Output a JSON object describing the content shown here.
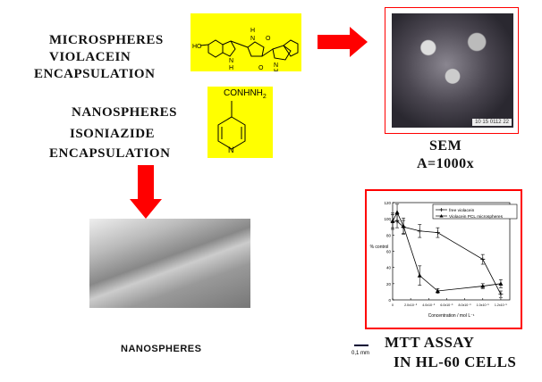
{
  "microspheres": {
    "line1": "MICROSPHERES",
    "line2": "VIOLACEIN",
    "line3": "ENCAPSULATION"
  },
  "nanospheres": {
    "line1": "NANOSPHERES",
    "line2": "ISONIAZIDE",
    "line3": "ENCAPSULATION"
  },
  "violacein_structure": {
    "labels": [
      "HO",
      "N",
      "H",
      "O",
      "N",
      "H",
      "O",
      "N",
      "H"
    ]
  },
  "isoniazid_structure": {
    "substituent": "CONHNH",
    "subscript": "2",
    "ring_n": "N"
  },
  "sem": {
    "title": "SEM",
    "magnification": "A=1000x",
    "image_caption": "10   15 0112 22"
  },
  "nano_caption": "NANOSPHERES",
  "scale_bar": "0,1 mm",
  "mtt": {
    "line1": "MTT ASSAY",
    "line2": "IN HL-60 CELLS"
  },
  "colors": {
    "accent": "#ff0000",
    "highlight": "#ffff00"
  },
  "chart_data": {
    "type": "line",
    "xlabel": "Concentration / mol L⁻¹",
    "ylabel": "% control",
    "xlim": [
      0,
      1.3e-05
    ],
    "ylim": [
      0,
      120
    ],
    "x_ticks": [
      "0",
      "2.0x10⁻⁶",
      "4.0x10⁻⁶",
      "6.0x10⁻⁶",
      "8.0x10⁻⁶",
      "1.0x10⁻⁵",
      "1.2x10⁻⁵"
    ],
    "x_tick_values": [
      0,
      2e-06,
      4e-06,
      6e-06,
      8e-06,
      1e-05,
      1.2e-05
    ],
    "y_ticks": [
      "0",
      "20",
      "40",
      "60",
      "80",
      "100",
      "120"
    ],
    "legend_position": "top-right",
    "series": [
      {
        "name": "free violacein",
        "marker": "plus",
        "x": [
          0,
          5e-07,
          1.2e-06,
          3e-06,
          5e-06,
          1e-05,
          1.2e-05
        ],
        "y": [
          97,
          97,
          90,
          85,
          83,
          50,
          7
        ],
        "err": [
          10,
          8,
          8,
          8,
          6,
          6,
          4
        ]
      },
      {
        "name": "Violacein PCL microspheres",
        "marker": "triangle",
        "x": [
          0,
          5e-07,
          1.2e-06,
          3e-06,
          5e-06,
          1e-05,
          1.2e-05
        ],
        "y": [
          97,
          108,
          91,
          30,
          11,
          17,
          20
        ],
        "err": [
          8,
          10,
          10,
          12,
          3,
          3,
          5
        ]
      }
    ]
  }
}
